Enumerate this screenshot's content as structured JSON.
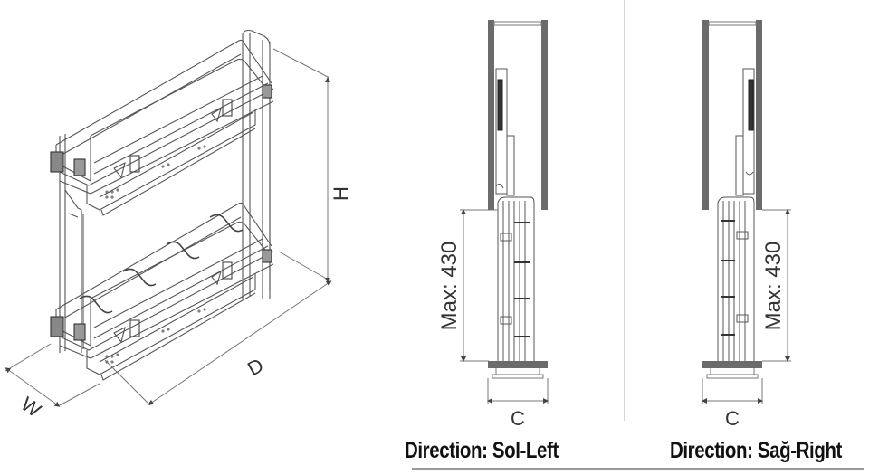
{
  "diagram": {
    "isometric_view": {
      "dimension_labels": {
        "height": "H",
        "depth": "D",
        "width": "W"
      },
      "tiers": 2
    },
    "left_side_view": {
      "max_label": "Max: 430",
      "width_label": "C",
      "caption": "Direction: Sol-Left"
    },
    "right_side_view": {
      "max_label": "Max: 430",
      "width_label": "C",
      "caption": "Direction: Sağ-Right"
    },
    "colors": {
      "line": "#5a5a5a",
      "cabinet_wall": "#6b6b6b",
      "dimension_line": "#777777",
      "divider": "#c8c8c8",
      "caption_underline": "#999999"
    }
  }
}
